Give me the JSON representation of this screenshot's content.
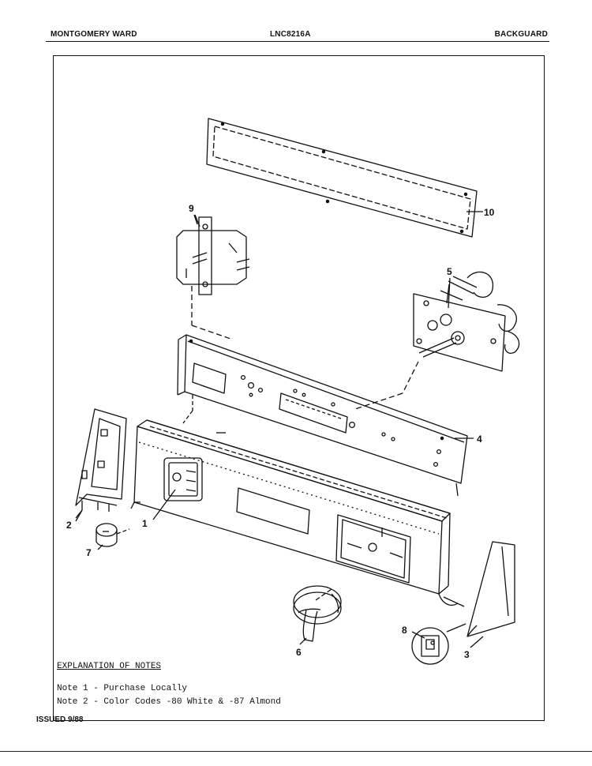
{
  "header": {
    "brand": "MONTGOMERY WARD",
    "model": "LNC8216A",
    "section": "BACKGUARD"
  },
  "callouts": {
    "c1": "1",
    "c2": "2",
    "c3": "3",
    "c4": "4",
    "c5": "5",
    "c6": "6",
    "c7": "7",
    "c8": "8",
    "c9": "9",
    "c10": "10"
  },
  "notes": {
    "title": "EXPLANATION OF NOTES",
    "note1": "Note 1 - Purchase Locally",
    "note2": "Note 2 - Color Codes -80 White & -87 Almond"
  },
  "footer": {
    "issued": "ISSUED 9/88"
  }
}
